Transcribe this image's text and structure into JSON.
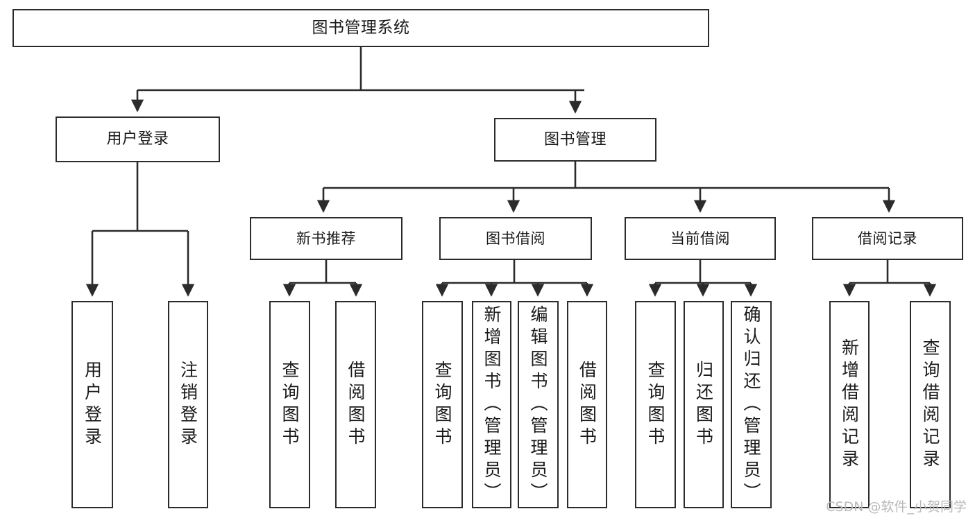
{
  "diagram": {
    "title": "图书管理系统",
    "type": "tree-hierarchy-chart",
    "colors": {
      "stroke": "#2b2b2b",
      "fill": "#ffffff",
      "text": "#1a1a1a",
      "watermark": "#b9b9b9"
    },
    "root": {
      "label": "图书管理系统"
    },
    "level2": [
      {
        "label": "用户登录"
      },
      {
        "label": "图书管理"
      }
    ],
    "level3": [
      {
        "label": "新书推荐"
      },
      {
        "label": "图书借阅"
      },
      {
        "label": "当前借阅"
      },
      {
        "label": "借阅记录"
      }
    ],
    "leaves": {
      "user_login": [
        {
          "label": "用户登录"
        },
        {
          "label": "注销登录"
        }
      ],
      "new_book_recommend": [
        {
          "label": "查询图书"
        },
        {
          "label": "借阅图书"
        }
      ],
      "book_borrow": [
        {
          "label": "查询图书"
        },
        {
          "label": "新增图书（管理员）"
        },
        {
          "label": "编辑图书（管理员）"
        },
        {
          "label": "借阅图书"
        }
      ],
      "current_borrow": [
        {
          "label": "查询图书"
        },
        {
          "label": "归还图书"
        },
        {
          "label": "确认归还（管理员）"
        }
      ],
      "borrow_record": [
        {
          "label": "新增借阅记录"
        },
        {
          "label": "查询借阅记录"
        }
      ]
    },
    "watermark": "CSDN @软件_小贺同学"
  }
}
